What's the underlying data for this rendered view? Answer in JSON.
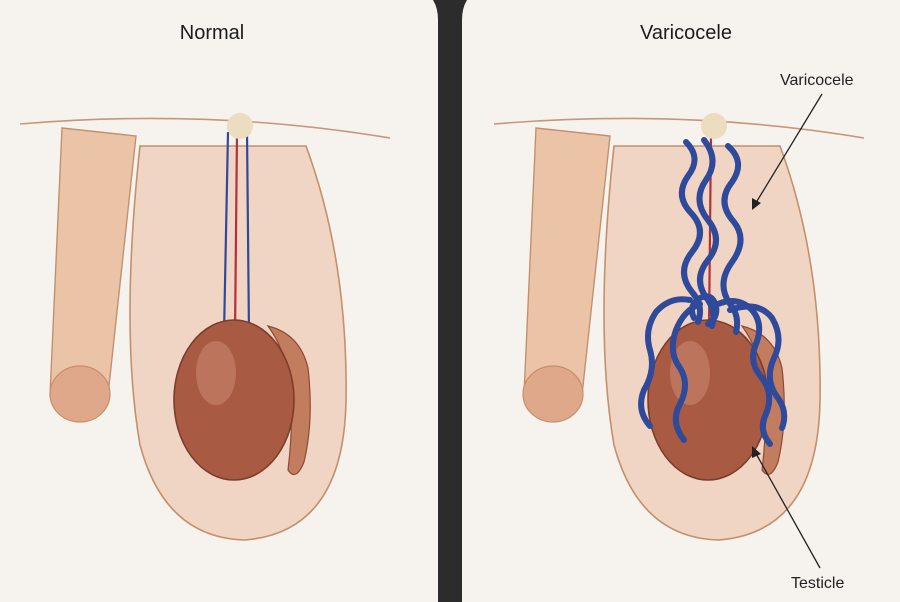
{
  "panels": {
    "left": {
      "title": "Normal"
    },
    "right": {
      "title": "Varicocele"
    }
  },
  "annotations": {
    "varicocele": "Varicocele",
    "testicle": "Testicle"
  },
  "colors": {
    "background": "#f6f3ef",
    "divider": "#2c2c2c",
    "skin_light": "#f0d5c4",
    "skin_penis": "#ebc4a8",
    "skin_outline": "#c4906c",
    "glans": "#e0a88a",
    "testis": "#a85a42",
    "testis_highlight": "#c07a60",
    "epididymis": "#c27c5e",
    "vein": "#2f4a9a",
    "artery": "#b3303a",
    "cord_top": "#ecdcc0"
  }
}
